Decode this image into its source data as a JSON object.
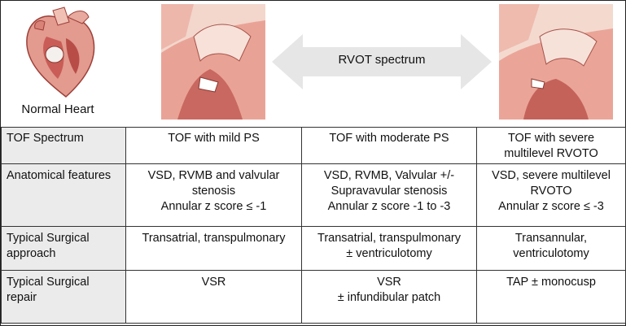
{
  "figure": {
    "normal_heart_label": "Normal Heart",
    "arrow_label": "RVOT spectrum",
    "colors": {
      "tissue": "#e7a79d",
      "tissue_dark": "#c9695f",
      "tissue_light": "#f6dcd3",
      "arrow": "#e6e6e6",
      "header_bg": "#ebebeb"
    }
  },
  "table": {
    "header": [
      "TOF Spectrum",
      "TOF with mild PS",
      "TOF with moderate PS",
      [
        "TOF with severe",
        "multilevel RVOTO"
      ]
    ],
    "rows": [
      {
        "label": "Anatomical features",
        "cells": [
          [
            "VSD, RVMB and valvular",
            "stenosis",
            "Annular z score  ≤ -1"
          ],
          [
            "VSD, RVMB, Valvular +/-",
            "Supravavular stenosis",
            "Annular z score -1 to -3"
          ],
          [
            "VSD, severe multilevel",
            "RVOTO",
            "Annular z score ≤ -3"
          ]
        ]
      },
      {
        "label": [
          "Typical  Surgical",
          "approach"
        ],
        "cells": [
          [
            "Transatrial, transpulmonary"
          ],
          [
            "Transatrial, transpulmonary",
            "± ventriculotomy"
          ],
          [
            "Transannular,",
            "ventriculotomy"
          ]
        ]
      },
      {
        "label": [
          "Typical Surgical",
          "repair"
        ],
        "cells": [
          [
            "VSR"
          ],
          [
            "VSR",
            "± infundibular patch"
          ],
          [
            "TAP ± monocusp"
          ]
        ]
      }
    ]
  }
}
